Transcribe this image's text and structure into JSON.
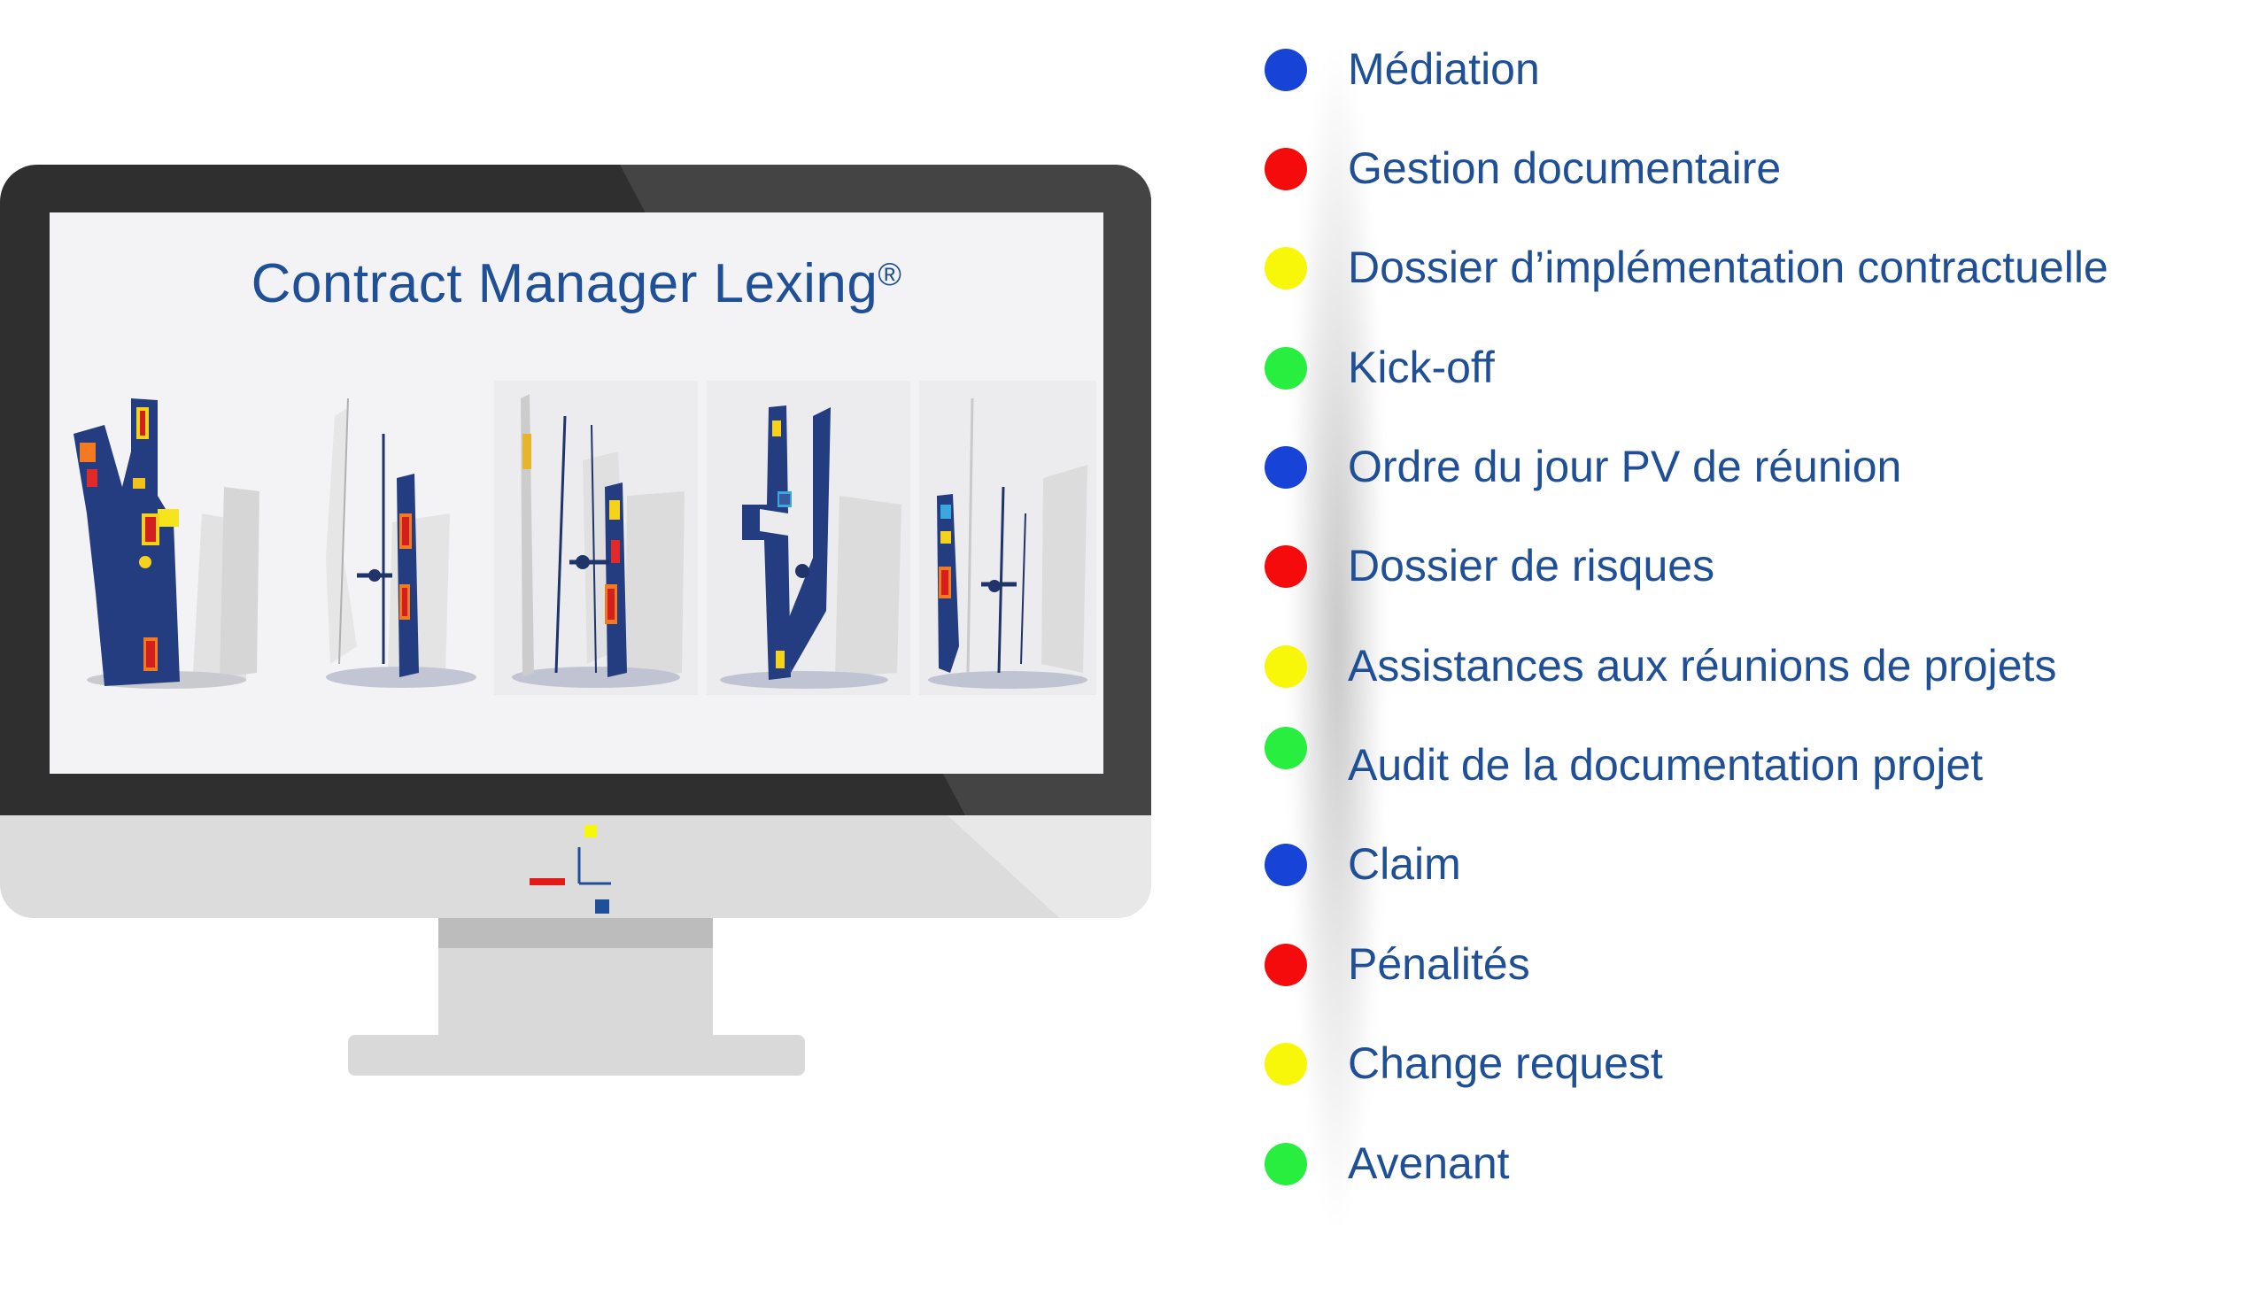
{
  "screen": {
    "title": "Contract Manager Lexing",
    "title_mark": "®"
  },
  "colors": {
    "blue": "#1743d6",
    "red": "#f50b0b",
    "yellow": "#f8f70a",
    "green": "#27ee3f",
    "text": "#1f4f96"
  },
  "items": [
    {
      "label": "Médiation",
      "color": "#1743d6"
    },
    {
      "label": "Gestion documentaire",
      "color": "#f50b0b"
    },
    {
      "label": "Dossier d’implémentation contractuelle",
      "color": "#f8f70a"
    },
    {
      "label": "Kick-off",
      "color": "#27ee3f"
    },
    {
      "label": "Ordre du jour PV de réunion",
      "color": "#1743d6"
    },
    {
      "label": "Dossier de risques",
      "color": "#f50b0b"
    },
    {
      "label": "Assistances aux réunions de projets",
      "color": "#f8f70a"
    },
    {
      "label": "Audit de la documentation projet",
      "color": "#27ee3f"
    },
    {
      "label": "Claim",
      "color": "#1743d6"
    },
    {
      "label": "Pénalités",
      "color": "#f50b0b"
    },
    {
      "label": "Change request",
      "color": "#f8f70a"
    },
    {
      "label": "Avenant",
      "color": "#27ee3f"
    }
  ]
}
